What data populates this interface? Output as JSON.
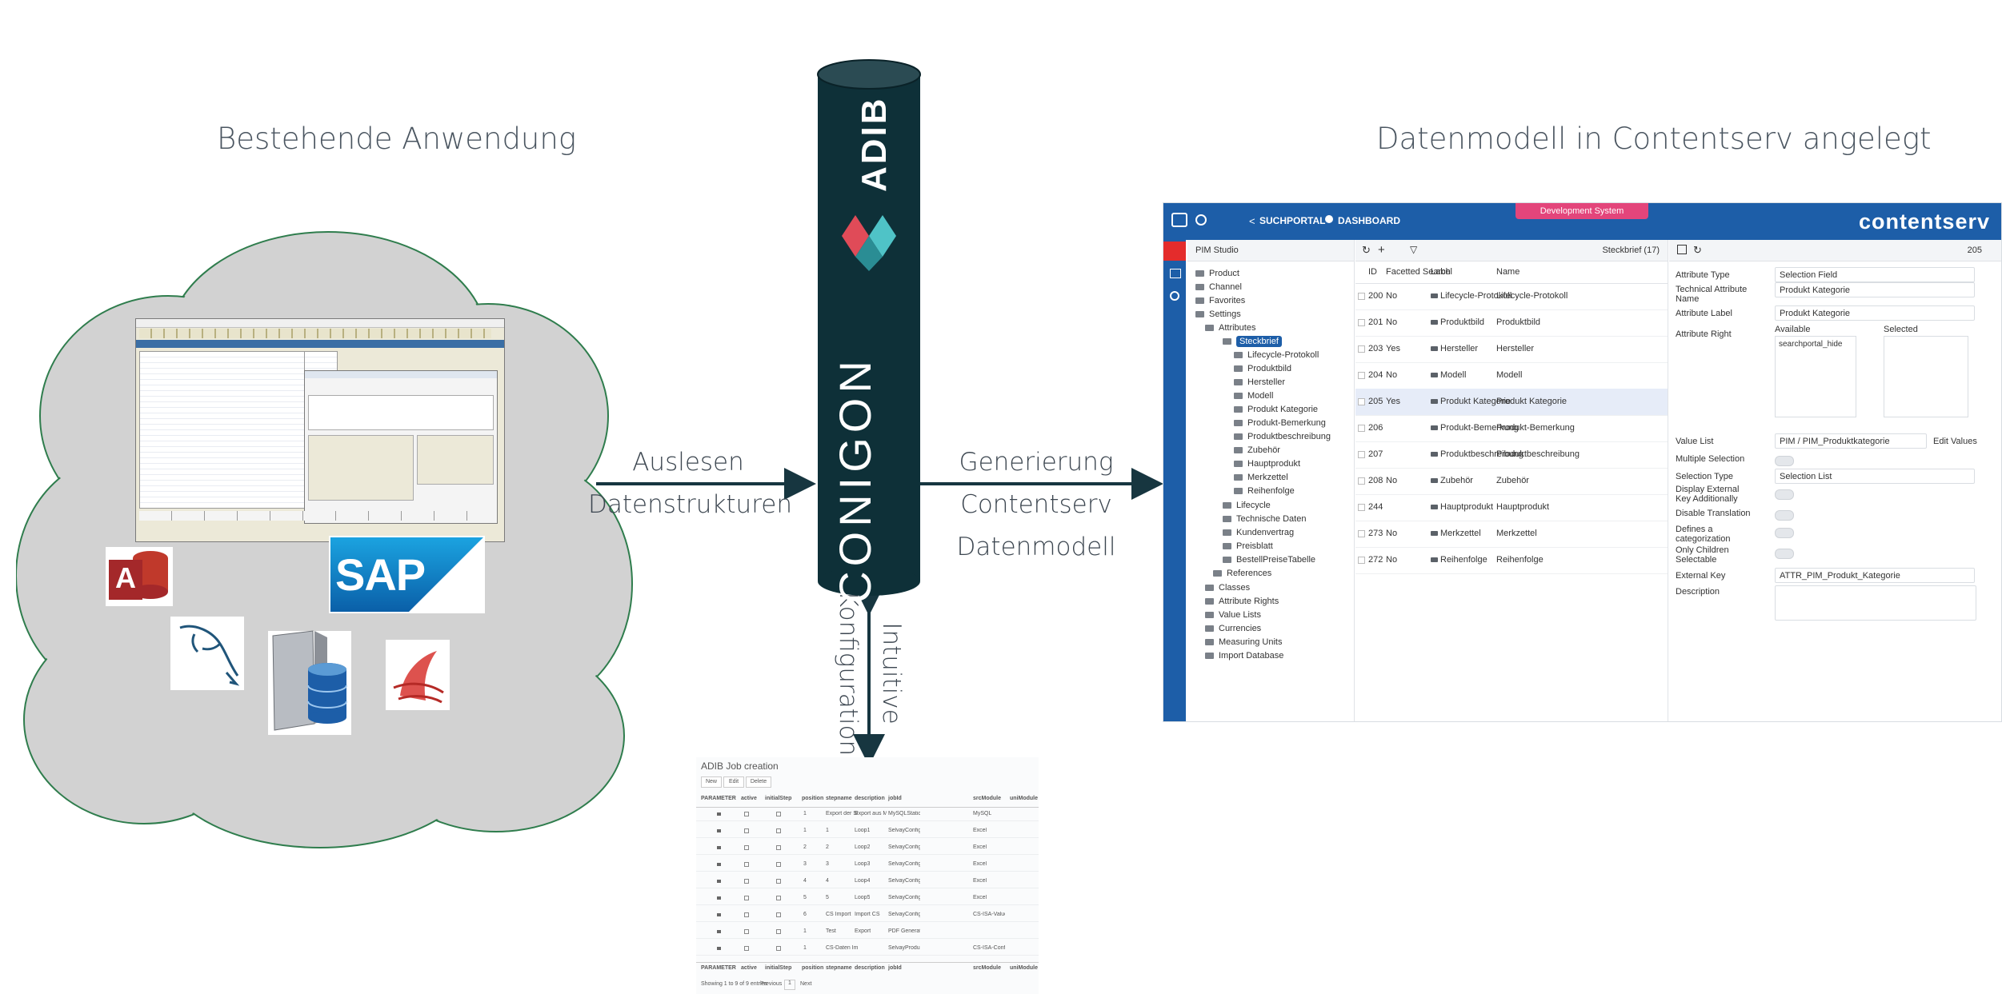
{
  "headings": {
    "left": "Bestehende Anwendung",
    "right": "Datenmodell in Contentserv angelegt"
  },
  "flow": {
    "left_line1": "Auslesen",
    "left_line2": "Datenstrukturen",
    "right_line1": "Generierung",
    "right_line2": "Contentserv",
    "right_line3": "Datenmodell",
    "down_line1": "Intuitive",
    "down_line2": "Konfiguration"
  },
  "cylinder": {
    "adib": "ADIB",
    "conigon": "CONIGON",
    "color": "#0e3038"
  },
  "logos": {
    "sap": "SAP",
    "access": "A"
  },
  "contentserv": {
    "nav": [
      "SUCHPORTAL",
      "DASHBOARD"
    ],
    "dev_badge": "Development System",
    "brand": "contentserv",
    "studio": "PIM Studio",
    "tree": {
      "roots": [
        "Product",
        "Channel",
        "Favorites",
        "Settings"
      ],
      "attributes": "Attributes",
      "selected": "Steckbrief",
      "children": [
        "Lifecycle-Protokoll",
        "Produktbild",
        "Hersteller",
        "Modell",
        "Produkt Kategorie",
        "Produkt-Bemerkung",
        "Produktbeschreibung",
        "Zubehör",
        "Hauptprodukt",
        "Merkzettel",
        "Reihenfolge"
      ],
      "groups": [
        "Lifecycle",
        "Technische Daten",
        "Kundenvertrag",
        "Preisblatt",
        "BestellPreiseTabelle"
      ],
      "references": "References",
      "bottom": [
        "Classes",
        "Attribute Rights",
        "Value Lists",
        "Currencies",
        "Measuring Units",
        "Import Database"
      ]
    },
    "grid": {
      "title": "Steckbrief (17)",
      "columns": [
        "ID",
        "Facetted Search",
        "Label",
        "Name"
      ],
      "rows": [
        {
          "id": "200",
          "fs": "No",
          "label": "Lifecycle-Protokoll",
          "name": "Lifecycle-Protokoll"
        },
        {
          "id": "201",
          "fs": "No",
          "label": "Produktbild",
          "name": "Produktbild"
        },
        {
          "id": "203",
          "fs": "Yes",
          "label": "Hersteller",
          "name": "Hersteller"
        },
        {
          "id": "204",
          "fs": "No",
          "label": "Modell",
          "name": "Modell"
        },
        {
          "id": "205",
          "fs": "Yes",
          "label": "Produkt Kategorie",
          "name": "Produkt Kategorie"
        },
        {
          "id": "206",
          "fs": "",
          "label": "Produkt-Bemerkung",
          "name": "Produkt-Bemerkung"
        },
        {
          "id": "207",
          "fs": "",
          "label": "Produktbeschreibung",
          "name": "Produktbeschreibung"
        },
        {
          "id": "208",
          "fs": "No",
          "label": "Zubehör",
          "name": "Zubehör"
        },
        {
          "id": "244",
          "fs": "",
          "label": "Hauptprodukt",
          "name": "Hauptprodukt"
        },
        {
          "id": "273",
          "fs": "No",
          "label": "Merkzettel",
          "name": "Merkzettel"
        },
        {
          "id": "272",
          "fs": "No",
          "label": "Reihenfolge",
          "name": "Reihenfolge"
        }
      ]
    },
    "detail": {
      "record": "205",
      "attribute_type_label": "Attribute Type",
      "attribute_type": "Selection Field",
      "technical_label": "Technical Attribute Name",
      "technical": "Produkt Kategorie",
      "attr_label_label": "Attribute Label",
      "attr_label": "Produkt Kategorie",
      "rights_label": "Attribute Right",
      "available": "Available",
      "selected": "Selected",
      "available_item": "searchportal_hide",
      "value_list_label": "Value List",
      "value_list": "PIM / PIM_Produktkategorie",
      "edit_values": "Edit Values",
      "multiple_label": "Multiple Selection",
      "selection_type_label": "Selection Type",
      "selection_type": "Selection List",
      "display_ext_label": "Display External Key Additionally",
      "disable_trans_label": "Disable Translation",
      "defines_label": "Defines a categorization",
      "only_children_label": "Only Children Selectable",
      "external_key_label": "External Key",
      "external_key": "ATTR_PIM_Produkt_Kategorie",
      "description_label": "Description"
    }
  },
  "job": {
    "title": "ADIB Job creation",
    "buttons": [
      "New",
      "Edit",
      "Delete"
    ],
    "columns": [
      "PARAMETER",
      "active",
      "initialStep",
      "position",
      "stepname",
      "description",
      "jobId",
      "srcModule",
      "uniModule"
    ],
    "rows": [
      {
        "pos": "1",
        "step": "Export der SQL Inhaltdaten",
        "desc": "Export aus MySQL",
        "job": "MySQLStatic",
        "src": "MySQL"
      },
      {
        "pos": "1",
        "step": "1",
        "desc": "Loop1",
        "job": "SelvayConfigurationImport",
        "src": "Excel"
      },
      {
        "pos": "2",
        "step": "2",
        "desc": "Loop2",
        "job": "SelvayConfigurationImport",
        "src": "Excel"
      },
      {
        "pos": "3",
        "step": "3",
        "desc": "Loop3",
        "job": "SelvayConfigurationImport",
        "src": "Excel"
      },
      {
        "pos": "4",
        "step": "4",
        "desc": "Loop4",
        "job": "SelvayConfigurationImport",
        "src": "Excel"
      },
      {
        "pos": "5",
        "step": "5",
        "desc": "Loop5",
        "job": "SelvayConfigurationImport",
        "src": "Excel"
      },
      {
        "pos": "6",
        "step": "CS Import",
        "desc": "Import CS",
        "job": "SelvayConfigurationImport",
        "src": "CS-ISA-ValueEd"
      },
      {
        "pos": "1",
        "step": "Test",
        "desc": "Export",
        "job": "PDF Generation",
        "src": ""
      },
      {
        "pos": "1",
        "step": "CS-Daten Import",
        "desc": "",
        "job": "SelvayProductImport",
        "src": "CS-ISA-Configuration"
      }
    ],
    "footer": "Showing 1 to 9 of 9 entries",
    "pager": [
      "Previous",
      "1",
      "Next"
    ]
  }
}
